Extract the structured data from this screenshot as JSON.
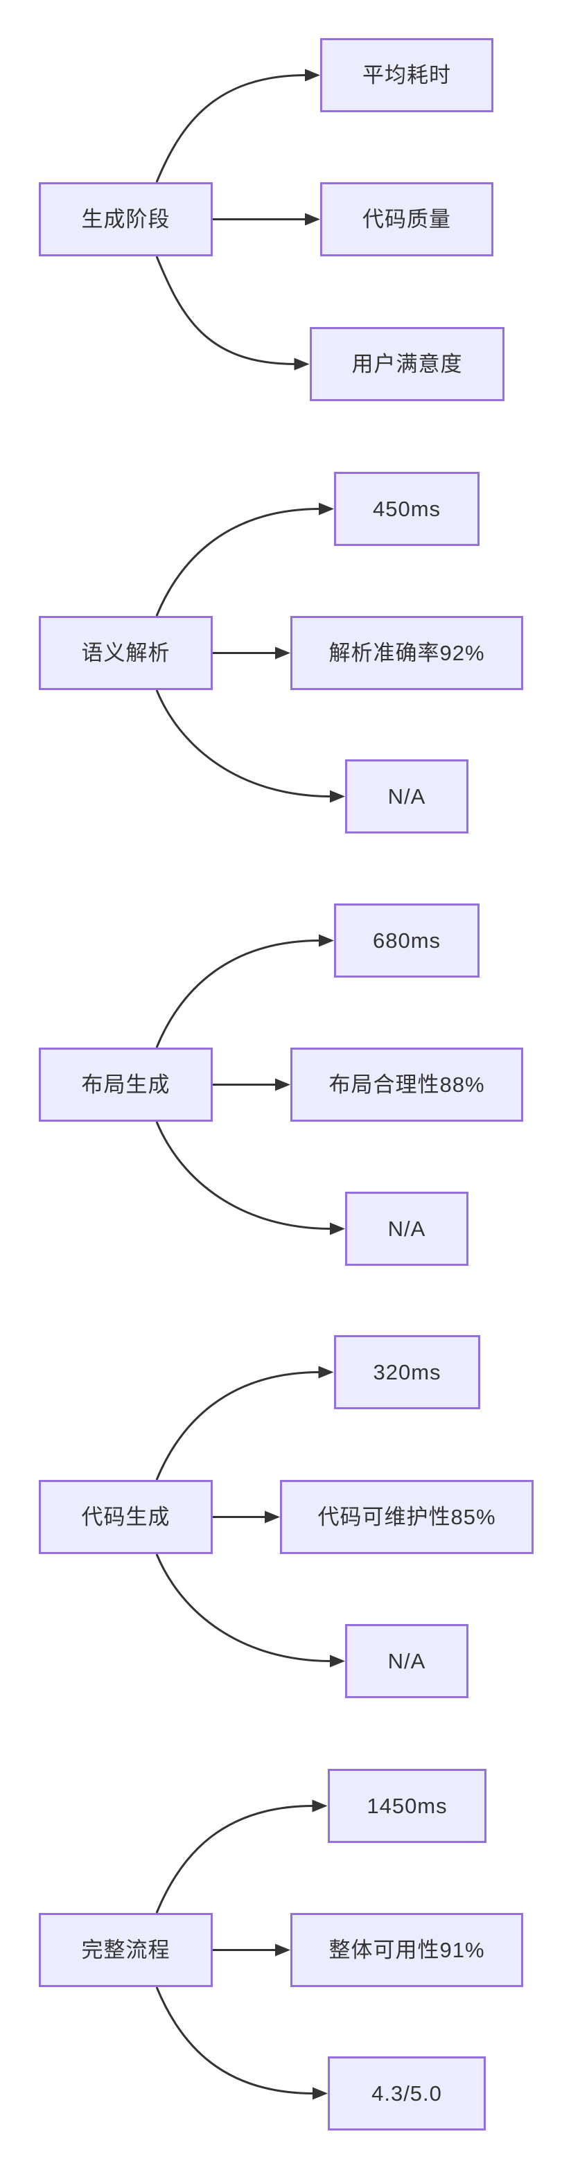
{
  "diagram": {
    "type": "flowchart-LR",
    "groups": [
      {
        "source": "生成阶段",
        "targets": [
          "平均耗时",
          "代码质量",
          "用户满意度"
        ]
      },
      {
        "source": "语义解析",
        "targets": [
          "450ms",
          "解析准确率92%",
          "N/A"
        ]
      },
      {
        "source": "布局生成",
        "targets": [
          "680ms",
          "布局合理性88%",
          "N/A"
        ]
      },
      {
        "source": "代码生成",
        "targets": [
          "320ms",
          "代码可维护性85%",
          "N/A"
        ]
      },
      {
        "source": "完整流程",
        "targets": [
          "1450ms",
          "整体可用性91%",
          "4.3/5.0"
        ]
      }
    ]
  },
  "colors": {
    "background": "#FFFFFF",
    "node_fill": "#ECECFF",
    "node_border": "#9370DB",
    "edge": "#333333",
    "text": "#333333"
  }
}
